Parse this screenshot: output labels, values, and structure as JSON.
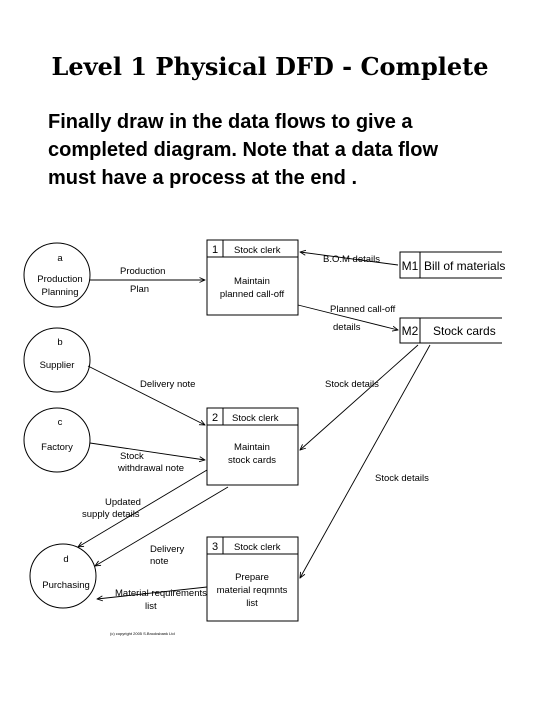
{
  "title": "Level 1 Physical DFD - Complete",
  "intro": [
    "Finally draw in the data flows to give a",
    "completed diagram.  Note that a data flow",
    "must have a process at the end ."
  ],
  "entities": [
    {
      "id": "a",
      "lines": [
        "Production",
        "Planning"
      ]
    },
    {
      "id": "b",
      "lines": [
        "Supplier"
      ]
    },
    {
      "id": "c",
      "lines": [
        "Factory"
      ]
    },
    {
      "id": "d",
      "lines": [
        "Purchasing"
      ]
    }
  ],
  "processes": [
    {
      "num": "1",
      "role": "Stock clerk",
      "lines": [
        "Maintain",
        "planned call-off"
      ]
    },
    {
      "num": "2",
      "role": "Stock clerk",
      "lines": [
        "Maintain",
        "stock cards"
      ]
    },
    {
      "num": "3",
      "role": "Stock clerk",
      "lines": [
        "Prepare",
        "material reqmnts",
        "list"
      ]
    }
  ],
  "stores": [
    {
      "id": "M1",
      "name": "Bill of materials"
    },
    {
      "id": "M2",
      "name": "Stock cards"
    }
  ],
  "flows": {
    "production_plan": [
      "Production",
      "Plan"
    ],
    "bom_details": [
      "B.O.M details"
    ],
    "planned_calloff": [
      "Planned call-off",
      "details"
    ],
    "delivery_note_b": [
      "Delivery note"
    ],
    "stock_details_1": [
      "Stock details"
    ],
    "stock_withdrawal": [
      "Stock",
      "withdrawal note"
    ],
    "updated_supply": [
      "Updated",
      "supply details"
    ],
    "delivery_note_d": [
      "Delivery",
      "note"
    ],
    "stock_details_2": [
      "Stock details"
    ],
    "material_req": [
      "Material requirements",
      "list"
    ]
  },
  "footer_note": "(c) copyright 2005 S.Brooksbank Ltd"
}
